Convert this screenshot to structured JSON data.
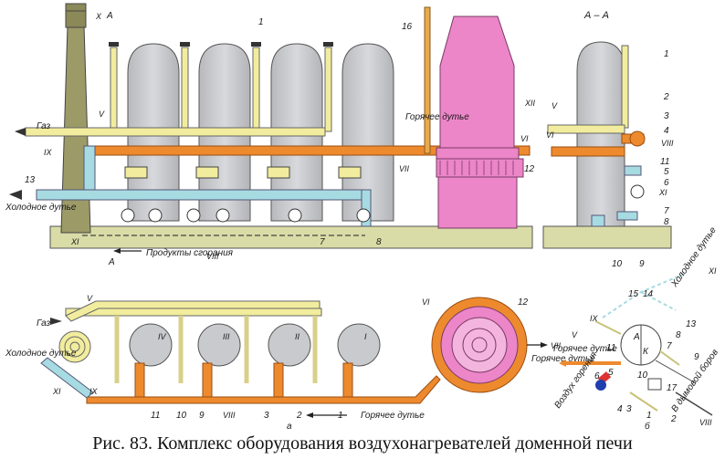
{
  "caption": "Рис. 83. Комплекс оборудования воздухонагревателей доменной печи",
  "colors": {
    "cowper": "#c9cacd",
    "furnace": "#ec86c8",
    "hot_blast": "#ee8a2e",
    "cold_blast": "#a6dbe2",
    "gas": "#f2ed9e",
    "chimney": "#9c9a67",
    "foundation": "#d9dca6"
  },
  "top_view": {
    "labels": {
      "gas": "Газ",
      "cold_blast": "Холодное дутье",
      "hot_blast": "Горячее дутье",
      "combustion_products": "Продукты сгорания",
      "section_a": "А",
      "section_title": "А – А",
      "roman_x": "X",
      "roman_v": "V",
      "roman_ix": "IX",
      "roman_xi": "XI",
      "roman_viii": "VIII",
      "roman_vii": "VII",
      "roman_vi": "VI",
      "roman_xii": "XII",
      "n1": "1",
      "n7": "7",
      "n8": "8",
      "n12": "12",
      "n13": "13",
      "n16": "16"
    }
  },
  "section_view": {
    "labels": {
      "v": "V",
      "vi": "VI",
      "viii": "VIII",
      "xi": "XI",
      "n1": "1",
      "n2": "2",
      "n3": "3",
      "n4": "4",
      "n5": "5",
      "n6": "6",
      "n7": "7",
      "n8": "8",
      "n9": "9",
      "n10": "10",
      "n11": "11"
    }
  },
  "plan_view": {
    "labels": {
      "gas": "Газ",
      "cold_blast": "Холодное дутье",
      "hot_blast": "Горячее дутье",
      "v": "V",
      "xi": "XI",
      "ix": "IX",
      "vi": "VI",
      "viii": "VIII",
      "vii": "VII",
      "iv": "IV",
      "iii": "III",
      "ii": "II",
      "i": "I",
      "n12": "12",
      "n11": "11",
      "n10": "10",
      "n9": "9",
      "n3": "3",
      "n2": "2",
      "n1": "1",
      "part_a": "а"
    }
  },
  "scheme_view": {
    "labels": {
      "cold_blast": "Холодное дутье",
      "hot_blast": "Горячее дутье",
      "combustion_air": "Воздух горения",
      "to_chimney": "В дымовой боров",
      "a": "А",
      "k": "К",
      "ix": "IX",
      "v": "V",
      "viii": "VIII",
      "xi": "XI",
      "n15": "15",
      "n14": "14",
      "n13": "13",
      "n11": "11",
      "n7": "7",
      "n8": "8",
      "n5": "5",
      "n6": "6",
      "n4": "4",
      "n3": "3",
      "n10": "10",
      "n17": "17",
      "n9": "9",
      "n1": "1",
      "n2": "2",
      "part_b": "б"
    }
  }
}
